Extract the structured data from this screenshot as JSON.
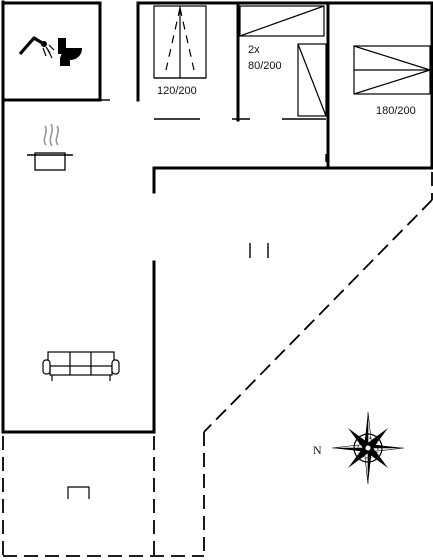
{
  "rooms": {
    "bedroom_small": {
      "bed_label": "120/200"
    },
    "bedroom_twin": {
      "count_label": "2x",
      "bed_label": "80/200"
    },
    "bedroom_master": {
      "bed_label": "180/200"
    }
  },
  "compass": {
    "north_label": "N"
  },
  "icons": {
    "bathroom": [
      "shower-icon",
      "toilet-icon"
    ],
    "kitchen": [
      "cooking-pot-icon"
    ],
    "living": [
      "sofa-icon"
    ]
  }
}
